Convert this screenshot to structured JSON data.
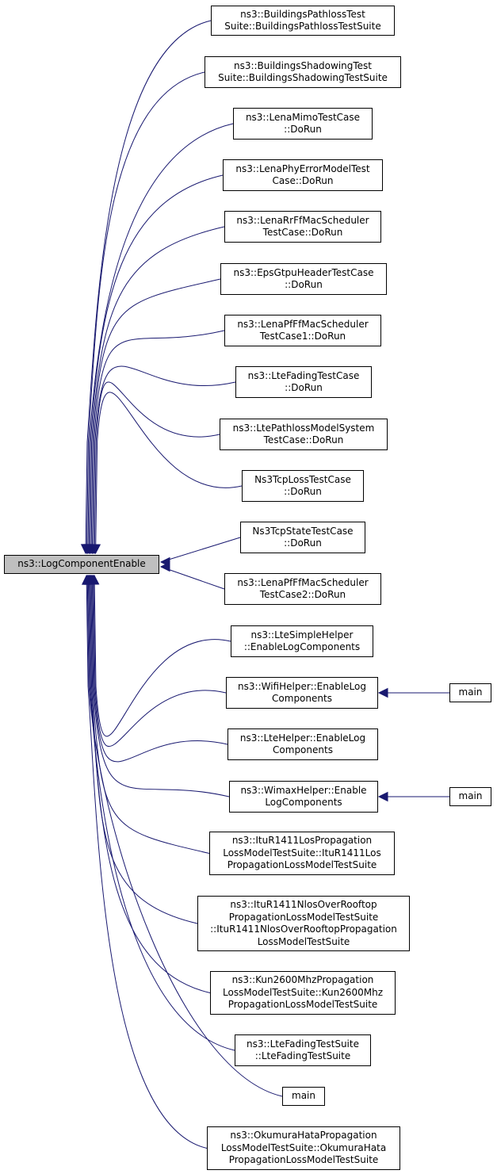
{
  "diagram": {
    "type": "doxygen-caller-graph",
    "edge_color": "#191970",
    "root_fill": "#bfbfbf",
    "root": {
      "id": "root",
      "label": "ns3::LogComponentEnable"
    },
    "callers": [
      {
        "id": "n1",
        "label": "ns3::BuildingsPathlossTest\nSuite::BuildingsPathlossTestSuite"
      },
      {
        "id": "n2",
        "label": "ns3::BuildingsShadowingTest\nSuite::BuildingsShadowingTestSuite"
      },
      {
        "id": "n3",
        "label": "ns3::LenaMimoTestCase\n::DoRun"
      },
      {
        "id": "n4",
        "label": "ns3::LenaPhyErrorModelTest\nCase::DoRun"
      },
      {
        "id": "n5",
        "label": "ns3::LenaRrFfMacScheduler\nTestCase::DoRun"
      },
      {
        "id": "n6",
        "label": "ns3::EpsGtpuHeaderTestCase\n::DoRun"
      },
      {
        "id": "n7",
        "label": "ns3::LenaPfFfMacScheduler\nTestCase1::DoRun"
      },
      {
        "id": "n8",
        "label": "ns3::LteFadingTestCase\n::DoRun"
      },
      {
        "id": "n9",
        "label": "ns3::LtePathlossModelSystem\nTestCase::DoRun"
      },
      {
        "id": "n10",
        "label": "Ns3TcpLossTestCase\n::DoRun"
      },
      {
        "id": "n11",
        "label": "Ns3TcpStateTestCase\n::DoRun"
      },
      {
        "id": "n12",
        "label": "ns3::LenaPfFfMacScheduler\nTestCase2::DoRun"
      },
      {
        "id": "n13",
        "label": "ns3::LteSimpleHelper\n::EnableLogComponents"
      },
      {
        "id": "n14",
        "label": "ns3::WifiHelper::EnableLog\nComponents"
      },
      {
        "id": "n15",
        "label": "ns3::LteHelper::EnableLog\nComponents"
      },
      {
        "id": "n16",
        "label": "ns3::WimaxHelper::Enable\nLogComponents"
      },
      {
        "id": "n17",
        "label": "ns3::ItuR1411LosPropagation\nLossModelTestSuite::ItuR1411Los\nPropagationLossModelTestSuite"
      },
      {
        "id": "n18",
        "label": "ns3::ItuR1411NlosOverRooftop\nPropagationLossModelTestSuite\n::ItuR1411NlosOverRooftopPropagation\nLossModelTestSuite"
      },
      {
        "id": "n19",
        "label": "ns3::Kun2600MhzPropagation\nLossModelTestSuite::Kun2600Mhz\nPropagationLossModelTestSuite"
      },
      {
        "id": "n20",
        "label": "ns3::LteFadingTestSuite\n::LteFadingTestSuite"
      },
      {
        "id": "n21",
        "label": "main"
      },
      {
        "id": "n22",
        "label": "ns3::OkumuraHataPropagation\nLossModelTestSuite::OkumuraHata\nPropagationLossModelTestSuite"
      }
    ],
    "second_level": [
      {
        "id": "m1",
        "label": "main",
        "calls": "n14"
      },
      {
        "id": "m2",
        "label": "main",
        "calls": "n16"
      }
    ]
  }
}
